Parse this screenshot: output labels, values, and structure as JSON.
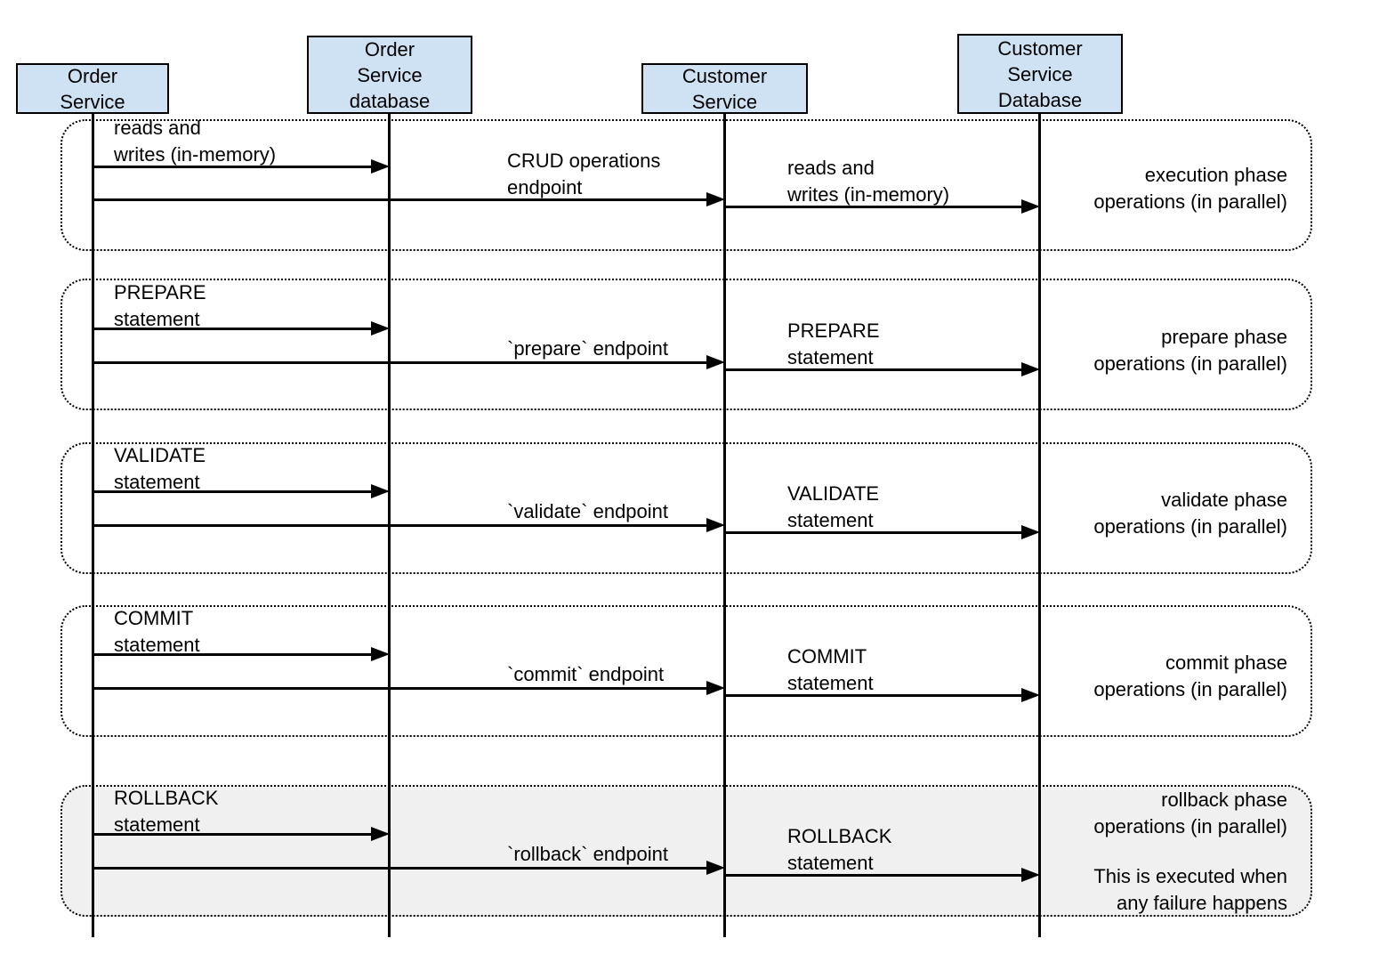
{
  "colors": {
    "actor_fill": "#cfe2f3",
    "actor_border": "#000000",
    "line_color": "#000000",
    "rollback_highlight_fill": "#f0f0f0"
  },
  "actors": [
    {
      "id": "order-service",
      "line1": "Order",
      "line2": "Service"
    },
    {
      "id": "order-service-database",
      "line1": "Order",
      "line2": "Service",
      "line3": "database"
    },
    {
      "id": "customer-service",
      "line1": "Customer",
      "line2": "Service"
    },
    {
      "id": "customer-service-database",
      "line1": "Customer",
      "line2": "Service",
      "line3": "Database"
    }
  ],
  "phases": [
    {
      "name": "execution",
      "order_db_msg": {
        "line1": "reads and",
        "line2": "writes (in-memory)"
      },
      "customer_msg": {
        "line1": "CRUD operations",
        "line2": "endpoint"
      },
      "customer_db_msg": {
        "line1": "reads and",
        "line2": "writes (in-memory)"
      },
      "note": {
        "line1": "execution phase",
        "line2": "operations (in parallel)"
      }
    },
    {
      "name": "prepare",
      "order_db_msg": {
        "line1": "PREPARE",
        "line2": "statement"
      },
      "customer_msg": {
        "line1": "`prepare` endpoint"
      },
      "customer_db_msg": {
        "line1": "PREPARE",
        "line2": "statement"
      },
      "note": {
        "line1": "prepare phase",
        "line2": "operations (in parallel)"
      }
    },
    {
      "name": "validate",
      "order_db_msg": {
        "line1": "VALIDATE",
        "line2": "statement"
      },
      "customer_msg": {
        "line1": "`validate` endpoint"
      },
      "customer_db_msg": {
        "line1": "VALIDATE",
        "line2": "statement"
      },
      "note": {
        "line1": "validate phase",
        "line2": "operations (in parallel)"
      }
    },
    {
      "name": "commit",
      "order_db_msg": {
        "line1": "COMMIT",
        "line2": "statement"
      },
      "customer_msg": {
        "line1": "`commit` endpoint"
      },
      "customer_db_msg": {
        "line1": "COMMIT",
        "line2": "statement"
      },
      "note": {
        "line1": "commit phase",
        "line2": "operations (in parallel)"
      }
    },
    {
      "name": "rollback",
      "order_db_msg": {
        "line1": "ROLLBACK",
        "line2": "statement"
      },
      "customer_msg": {
        "line1": "`rollback` endpoint"
      },
      "customer_db_msg": {
        "line1": "ROLLBACK",
        "line2": "statement"
      },
      "note": {
        "line1": "rollback phase",
        "line2": "operations (in parallel)"
      },
      "note2": {
        "line1": "This is executed when",
        "line2": "any failure happens"
      }
    }
  ]
}
